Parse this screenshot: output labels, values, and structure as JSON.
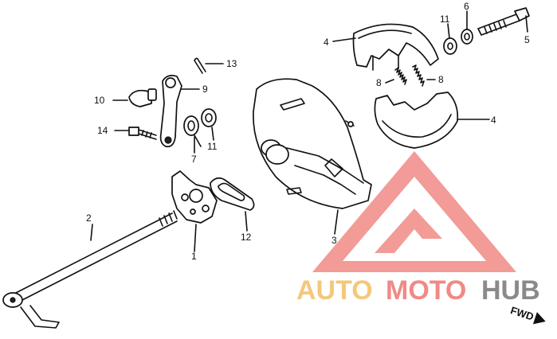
{
  "diagram": {
    "callouts": [
      "1",
      "2",
      "3",
      "4",
      "4",
      "5",
      "6",
      "7",
      "8",
      "8",
      "9",
      "10",
      "11",
      "11",
      "12",
      "13",
      "14"
    ],
    "watermark": {
      "part1": "AUTO",
      "part2": "MOTO",
      "part3": "HUB"
    },
    "direction_label": "FWD",
    "colors": {
      "line": "#111111",
      "watermark_red": "#f08a86",
      "watermark_orange": "#f4c87a",
      "watermark_gray": "#8a8a8a"
    }
  }
}
